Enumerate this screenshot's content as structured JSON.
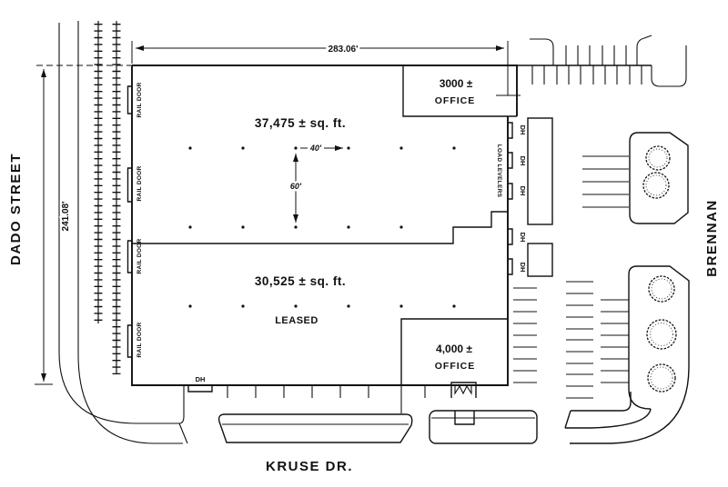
{
  "streets": {
    "west": "DADO STREET",
    "south": "KRUSE DR.",
    "east": "BRENNAN"
  },
  "dimensions": {
    "overall_width": "283.06'",
    "overall_height": "241.08'",
    "bay_width": "40'",
    "bay_depth": "60'"
  },
  "spaces": {
    "warehouse_upper": {
      "area": "37,475 ± sq. ft."
    },
    "warehouse_lower": {
      "area": "30,525 ± sq. ft.",
      "status": "LEASED"
    },
    "office_upper": {
      "line1": "3000 ±",
      "line2": "OFFICE"
    },
    "office_lower": {
      "line1": "4,000 ±",
      "line2": "OFFICE"
    }
  },
  "wall_labels": {
    "rail_door": "RAIL DOOR",
    "dock_high": "DH",
    "load_levelers": "LOAD LEVELERS"
  }
}
